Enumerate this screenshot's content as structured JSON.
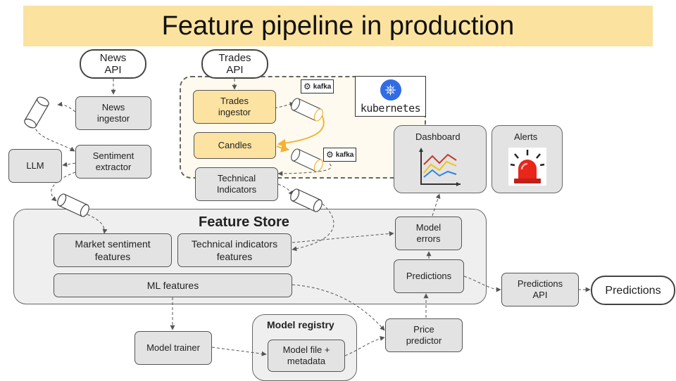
{
  "title": "Feature pipeline in production",
  "nodes": {
    "news_api": "News\nAPI",
    "trades_api": "Trades\nAPI",
    "news_ingestor": "News\ningestor",
    "llm": "LLM",
    "sentiment_extractor": "Sentiment\nextractor",
    "trades_ingestor": "Trades\ningestor",
    "candles": "Candles",
    "technical_indicators": "Technical\nIndicators",
    "market_sentiment_features": "Market sentiment\nfeatures",
    "technical_indicators_features": "Technical indicators\nfeatures",
    "ml_features": "ML features",
    "model_errors": "Model\nerrors",
    "predictions": "Predictions",
    "predictions_api": "Predictions\nAPI",
    "predictions_out": "Predictions",
    "model_trainer": "Model trainer",
    "model_file": "Model file +\nmetadata",
    "price_predictor": "Price\npredictor"
  },
  "regions": {
    "feature_store": "Feature Store",
    "model_registry": "Model registry",
    "dashboard": "Dashboard",
    "alerts": "Alerts"
  },
  "logos": {
    "kafka": "kafka",
    "kubernetes": "kubernetes"
  },
  "colors": {
    "title_bg": "#fbe39f",
    "stream_node": "#fde3a1",
    "node": "#e3e3e3",
    "kafka_arrow": "#f2b233",
    "k8s_blue": "#326ce5",
    "alert_red": "#e8261a"
  }
}
